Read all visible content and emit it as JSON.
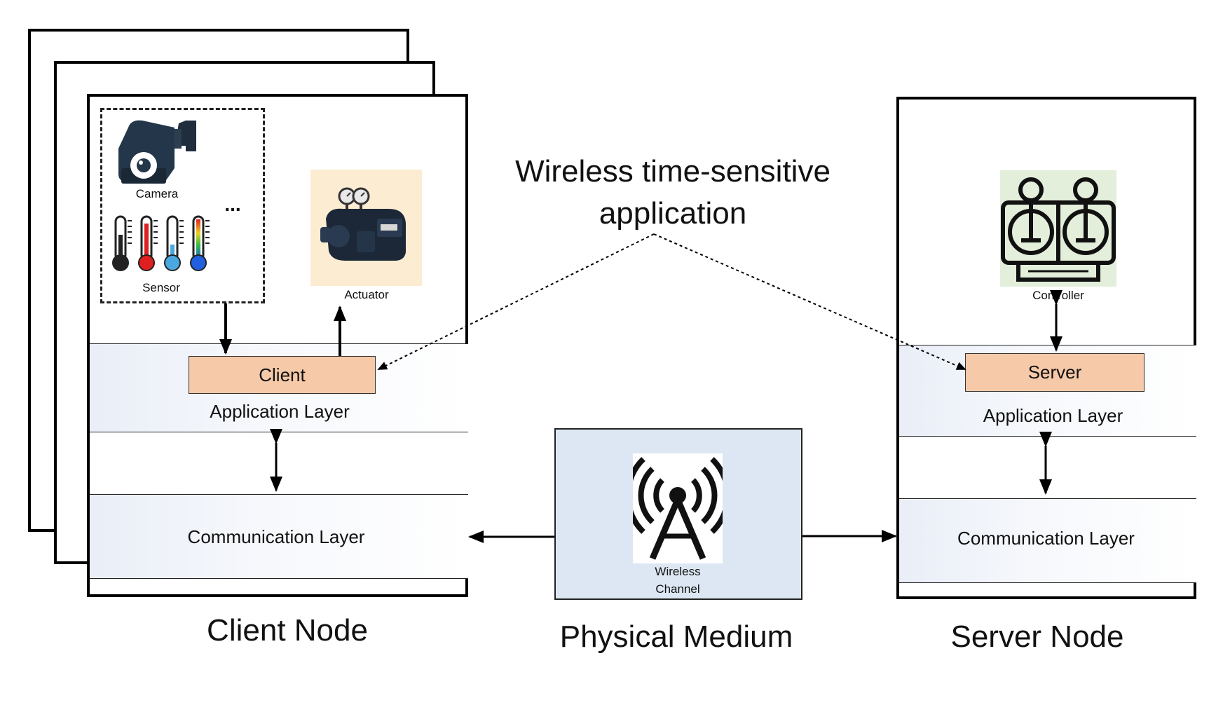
{
  "title": {
    "line1": "Wireless time-sensitive",
    "line2": "application"
  },
  "client_node": {
    "caption": "Client Node",
    "devices": {
      "camera": "Camera",
      "sensor": "Sensor",
      "ellipsis": "...",
      "actuator": "Actuator"
    },
    "client_box": "Client",
    "application_layer": "Application Layer",
    "communication_layer": "Communication Layer"
  },
  "physical_medium": {
    "caption": "Physical Medium",
    "wireless_channel_line1": "Wireless",
    "wireless_channel_line2": "Channel"
  },
  "server_node": {
    "caption": "Server Node",
    "controller": "Controller",
    "server_box": "Server",
    "application_layer": "Application Layer",
    "communication_layer": "Communication Layer"
  },
  "icons": [
    "camera-icon",
    "thermometer-icon",
    "actuator-icon",
    "controller-icon",
    "wireless-tower-icon"
  ],
  "colors": {
    "box_fill": "#f6c9a8",
    "layer_fill": "#e9eef7",
    "medium_fill": "#dde7f3",
    "actuator_bg": "#fbecd2",
    "controller_bg": "#e3eedb"
  }
}
